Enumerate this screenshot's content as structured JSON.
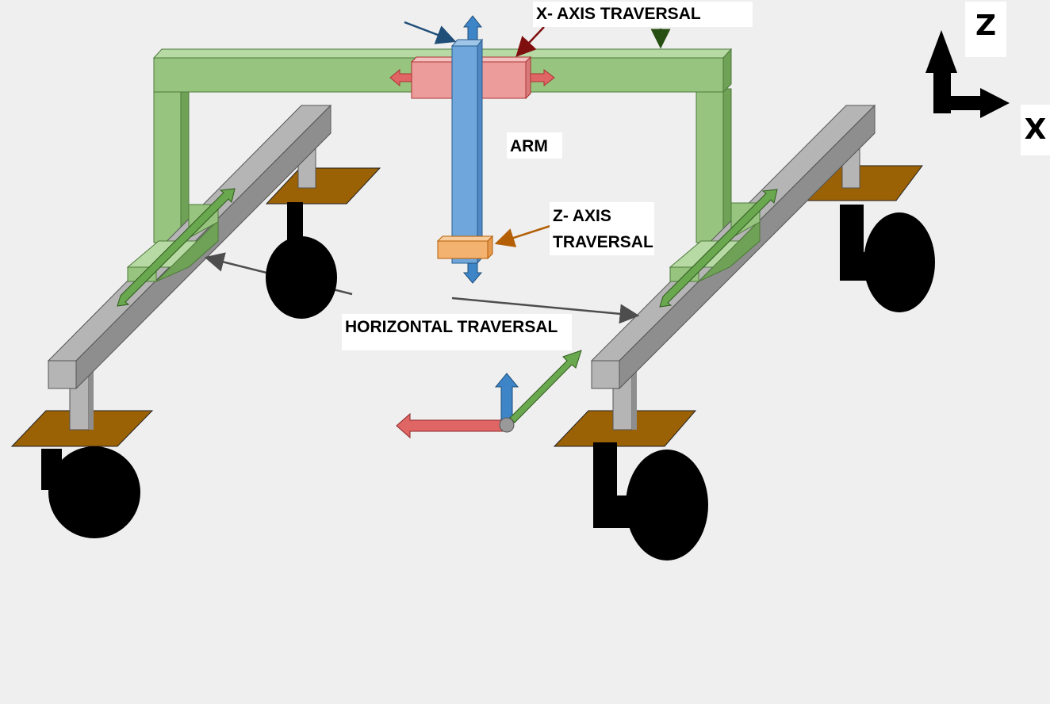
{
  "labels": {
    "x_axis_traversal": "X- AXIS TRAVERSAL",
    "arm": "ARM",
    "z_axis_traversal_line1": "Z- AXIS",
    "z_axis_traversal_line2": "TRAVERSAL",
    "horizontal_traversal": "HORIZONTAL TRAVERSAL"
  },
  "axes": {
    "z": "Z",
    "x": "X"
  },
  "colors": {
    "background": "#efefef",
    "gantry_green": "#97c47e",
    "gantry_green_dark": "#6fa256",
    "rail_gray": "#b5b5b5",
    "rail_gray_dark": "#8e8e8e",
    "base_plate": "#9b6105",
    "arm_blue": "#6fa7dc",
    "carriage_pink": "#ed9c9c",
    "tool_orange": "#f4b270",
    "arrow_red": "#e06666",
    "arrow_blue": "#3d85c6",
    "arrow_green": "#6aa84f",
    "leader_gray": "#4d4d4d",
    "leader_navy": "#1f4e79",
    "leader_maroon": "#7f0f0f",
    "leader_dark_green": "#274e13",
    "leader_brown": "#b45f06"
  }
}
